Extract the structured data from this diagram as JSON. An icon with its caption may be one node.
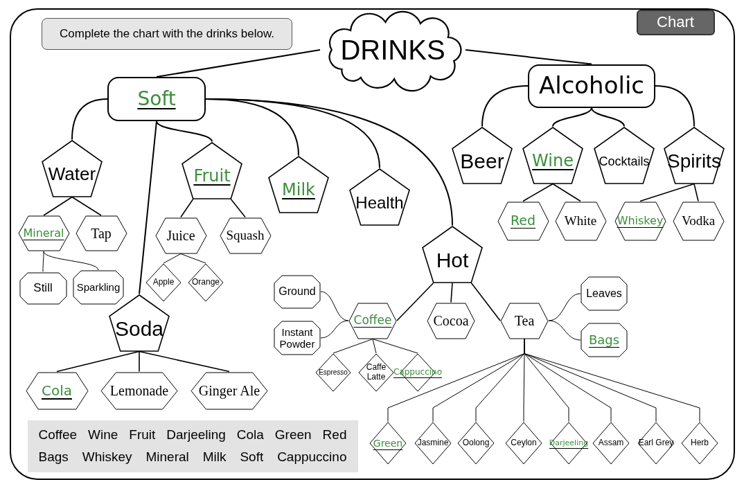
{
  "diagram": {
    "nodes": [
      {
        "text": [
          "Complete the chart with the drinks below."
        ]
      },
      {
        "text": [
          "Chart"
        ]
      },
      {
        "text": [
          "DRINKS"
        ]
      },
      {
        "text": [
          "Soft"
        ]
      },
      {
        "text": [
          "Alcoholic"
        ]
      },
      {
        "text": [
          "Water"
        ]
      },
      {
        "text": [
          "Fruit"
        ]
      },
      {
        "text": [
          "Milk"
        ]
      },
      {
        "text": [
          "Health"
        ]
      },
      {
        "text": [
          "Soda"
        ]
      },
      {
        "text": [
          "Hot"
        ]
      },
      {
        "text": [
          "Beer"
        ]
      },
      {
        "text": [
          "Wine"
        ]
      },
      {
        "text": [
          "Cocktails"
        ]
      },
      {
        "text": [
          "Spirits"
        ]
      },
      {
        "text": [
          "Mineral"
        ]
      },
      {
        "text": [
          "Tap"
        ]
      },
      {
        "text": [
          "Juice"
        ]
      },
      {
        "text": [
          "Squash"
        ]
      },
      {
        "text": [
          "Still"
        ]
      },
      {
        "text": [
          "Sparkling"
        ]
      },
      {
        "text": [
          "Apple"
        ]
      },
      {
        "text": [
          "Orange"
        ]
      },
      {
        "text": [
          "Cola"
        ]
      },
      {
        "text": [
          "Lemonade"
        ]
      },
      {
        "text": [
          "Ginger Ale"
        ]
      },
      {
        "text": [
          "Red"
        ]
      },
      {
        "text": [
          "White"
        ]
      },
      {
        "text": [
          "Whiskey"
        ]
      },
      {
        "text": [
          "Vodka"
        ]
      },
      {
        "text": [
          "Ground"
        ]
      },
      {
        "text": [
          "Instant Powder"
        ]
      },
      {
        "text": [
          "Coffee"
        ]
      },
      {
        "text": [
          "Cocoa"
        ]
      },
      {
        "text": [
          "Tea"
        ]
      },
      {
        "text": [
          "Leaves"
        ]
      },
      {
        "text": [
          "Bags"
        ]
      },
      {
        "text": [
          "Espresso"
        ]
      },
      {
        "text": [
          "Caffe Latte"
        ]
      },
      {
        "text": [
          "Cappuccino"
        ]
      },
      {
        "text": [
          "Green"
        ]
      },
      {
        "text": [
          "Jasmine"
        ]
      },
      {
        "text": [
          "Oolong"
        ]
      },
      {
        "text": [
          "Ceylon"
        ]
      },
      {
        "text": [
          "Darjeeling"
        ]
      },
      {
        "text": [
          "Assam"
        ]
      },
      {
        "text": [
          "Earl Grey"
        ]
      },
      {
        "text": [
          "Herb"
        ]
      },
      {
        "text": [
          "Coffee",
          "Wine",
          "Fruit",
          "Darjeeling",
          "Cola",
          "Green",
          "Red",
          "Bags",
          "Whiskey",
          "Mineral",
          "Milk",
          "Soft",
          "Cappuccino"
        ]
      }
    ],
    "edges": [
      {
        "from": 2,
        "to": 3,
        "arrow": "none"
      },
      {
        "from": 2,
        "to": 4,
        "arrow": "none"
      },
      {
        "from": 3,
        "to": 5,
        "arrow": "none"
      },
      {
        "from": 3,
        "to": 9,
        "arrow": "none"
      },
      {
        "from": 3,
        "to": 6,
        "arrow": "none"
      },
      {
        "from": 3,
        "to": 7,
        "arrow": "none"
      },
      {
        "from": 3,
        "to": 8,
        "arrow": "none"
      },
      {
        "from": 3,
        "to": 10,
        "arrow": "none"
      },
      {
        "from": 4,
        "to": 11,
        "arrow": "none"
      },
      {
        "from": 4,
        "to": 12,
        "arrow": "none"
      },
      {
        "from": 4,
        "to": 13,
        "arrow": "none"
      },
      {
        "from": 4,
        "to": 14,
        "arrow": "none"
      },
      {
        "from": 5,
        "to": 15,
        "arrow": "none"
      },
      {
        "from": 5,
        "to": 16,
        "arrow": "none"
      },
      {
        "from": 6,
        "to": 17,
        "arrow": "none"
      },
      {
        "from": 6,
        "to": 18,
        "arrow": "none"
      },
      {
        "from": 15,
        "to": 19,
        "arrow": "none"
      },
      {
        "from": 15,
        "to": 20,
        "arrow": "none"
      },
      {
        "from": 17,
        "to": 21,
        "arrow": "none"
      },
      {
        "from": 17,
        "to": 22,
        "arrow": "none"
      },
      {
        "from": 9,
        "to": 23,
        "arrow": "none"
      },
      {
        "from": 9,
        "to": 24,
        "arrow": "none"
      },
      {
        "from": 9,
        "to": 25,
        "arrow": "none"
      },
      {
        "from": 12,
        "to": 26,
        "arrow": "none"
      },
      {
        "from": 12,
        "to": 27,
        "arrow": "none"
      },
      {
        "from": 14,
        "to": 28,
        "arrow": "none"
      },
      {
        "from": 14,
        "to": 29,
        "arrow": "none"
      },
      {
        "from": 10,
        "to": 32,
        "arrow": "none"
      },
      {
        "from": 10,
        "to": 33,
        "arrow": "none"
      },
      {
        "from": 10,
        "to": 34,
        "arrow": "none"
      },
      {
        "from": 32,
        "to": 30,
        "arrow": "none"
      },
      {
        "from": 32,
        "to": 31,
        "arrow": "none"
      },
      {
        "from": 32,
        "to": 37,
        "arrow": "none"
      },
      {
        "from": 32,
        "to": 38,
        "arrow": "none"
      },
      {
        "from": 32,
        "to": 39,
        "arrow": "none"
      },
      {
        "from": 34,
        "to": 35,
        "arrow": "none"
      },
      {
        "from": 34,
        "to": 36,
        "arrow": "none"
      },
      {
        "from": 34,
        "to": 40,
        "arrow": "none"
      },
      {
        "from": 34,
        "to": 41,
        "arrow": "none"
      },
      {
        "from": 34,
        "to": 42,
        "arrow": "none"
      },
      {
        "from": 34,
        "to": 43,
        "arrow": "none"
      },
      {
        "from": 34,
        "to": 44,
        "arrow": "none"
      },
      {
        "from": 34,
        "to": 45,
        "arrow": "none"
      },
      {
        "from": 34,
        "to": 46,
        "arrow": "none"
      },
      {
        "from": 34,
        "to": 47,
        "arrow": "none"
      }
    ]
  }
}
